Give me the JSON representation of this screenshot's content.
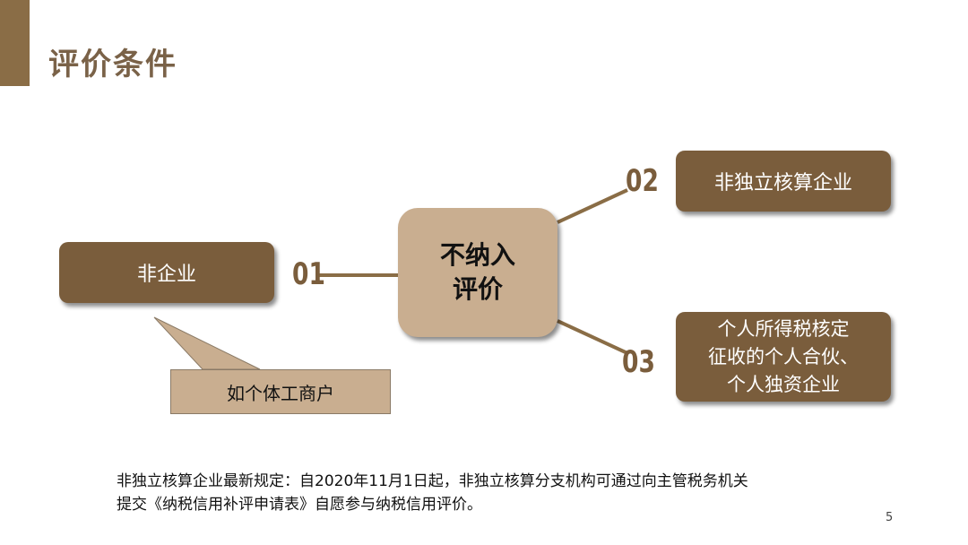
{
  "slide": {
    "title": "评价条件",
    "center_node": {
      "line1": "不纳入",
      "line2": "评价"
    },
    "branches": [
      {
        "number": "01",
        "label": "非企业"
      },
      {
        "number": "02",
        "label": "非独立核算企业"
      },
      {
        "number": "03",
        "lines": [
          "个人所得税核定",
          "征收的个人合伙、",
          "个人独资企业"
        ]
      }
    ],
    "callout": "如个体工商户",
    "footnote": {
      "line1": "非独立核算企业最新规定：自2020年11月1日起，非独立核算分支机构可通过向主管税务机关",
      "line2": "提交《纳税信用补评申请表》自愿参与纳税信用评价。"
    },
    "page_number": "5"
  },
  "colors": {
    "accent": "#8a6d46",
    "dark_box": "#7a5d3c",
    "light_box": "#c9ae90",
    "title_text": "#7a6248"
  }
}
